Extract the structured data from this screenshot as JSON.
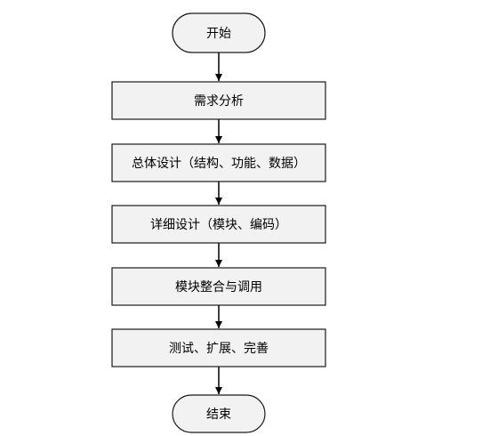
{
  "diagram": {
    "type": "flowchart",
    "direction": "top-to-bottom",
    "colors": {
      "node_fill": "#f2f2f2",
      "node_stroke": "#1a1a1a",
      "edge": "#000000",
      "text": "#000000"
    },
    "nodes": [
      {
        "id": "start",
        "shape": "terminator",
        "label": "开始"
      },
      {
        "id": "requirements",
        "shape": "process",
        "label": "需求分析"
      },
      {
        "id": "overall-design",
        "shape": "process",
        "label": "总体设计（结构、功能、数据）"
      },
      {
        "id": "detailed-design",
        "shape": "process",
        "label": "详细设计（模块、编码）"
      },
      {
        "id": "integration",
        "shape": "process",
        "label": "模块整合与调用"
      },
      {
        "id": "testing",
        "shape": "process",
        "label": "测试、扩展、完善"
      },
      {
        "id": "end",
        "shape": "terminator",
        "label": "结束"
      }
    ],
    "edges": [
      {
        "from": "start",
        "to": "requirements"
      },
      {
        "from": "requirements",
        "to": "overall-design"
      },
      {
        "from": "overall-design",
        "to": "detailed-design"
      },
      {
        "from": "detailed-design",
        "to": "integration"
      },
      {
        "from": "integration",
        "to": "testing"
      },
      {
        "from": "testing",
        "to": "end"
      }
    ]
  }
}
